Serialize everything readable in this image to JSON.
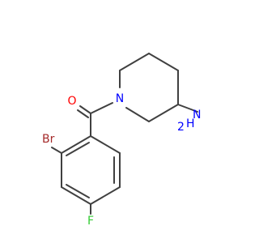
{
  "molecule": {
    "atoms": {
      "oxygen": "O",
      "nitrogen_ring": "N",
      "amine_nitrogen": "N",
      "amine_hydrogens": "H",
      "amine_subscript": "2",
      "bromine": "Br",
      "fluorine": "F"
    },
    "colors": {
      "bond": "#404040",
      "oxygen": "#ff0000",
      "nitrogen": "#0000ff",
      "bromine": "#a52a2a",
      "fluorine": "#33cc33"
    }
  }
}
